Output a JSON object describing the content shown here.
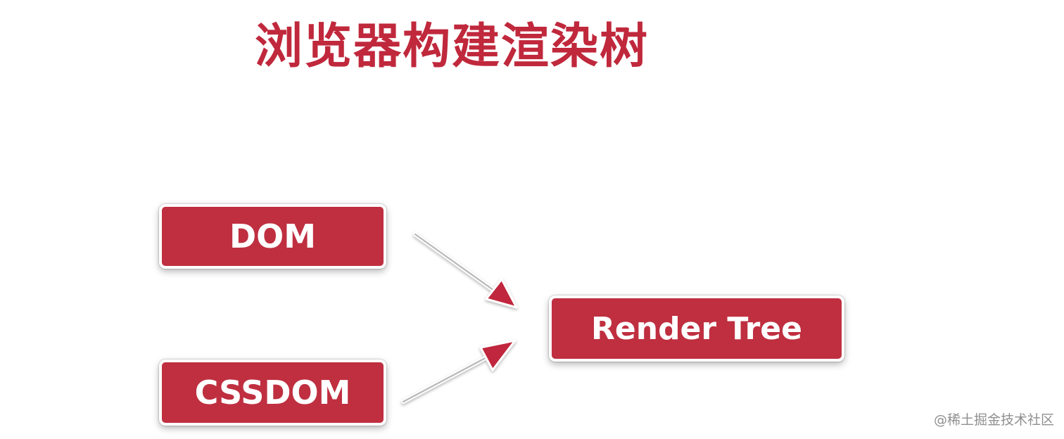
{
  "title": "浏览器构建渲染树",
  "nodes": {
    "dom": "DOM",
    "cssdom": "CSSDOM",
    "render_tree": "Render Tree"
  },
  "watermark": "@稀土掘金技术社区",
  "colors": {
    "title": "#c0283c",
    "node_fill": "#bf2f40",
    "node_text": "#ffffff",
    "arrow": "#c0283c"
  }
}
